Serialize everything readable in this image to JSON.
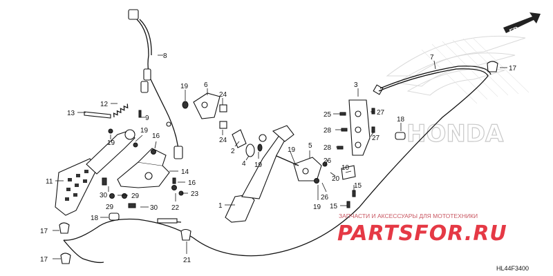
{
  "diagram": {
    "front_marker": "FR.",
    "drawing_code": "HL44F3400",
    "brand_logo": "HONDA",
    "watermark_caption": "ЗАПЧАСТИ И АКСЕССУАРЫ ДЛЯ МОТОТЕХНИКИ",
    "watermark_logo": "PARTSFOR.RU",
    "callouts": [
      "1",
      "2",
      "3",
      "4",
      "5",
      "6",
      "7",
      "8",
      "9",
      "10",
      "11",
      "12",
      "13",
      "14",
      "15",
      "16",
      "17",
      "18",
      "19",
      "20",
      "21",
      "22",
      "23",
      "24",
      "25",
      "26",
      "27",
      "28",
      "29",
      "30"
    ]
  }
}
